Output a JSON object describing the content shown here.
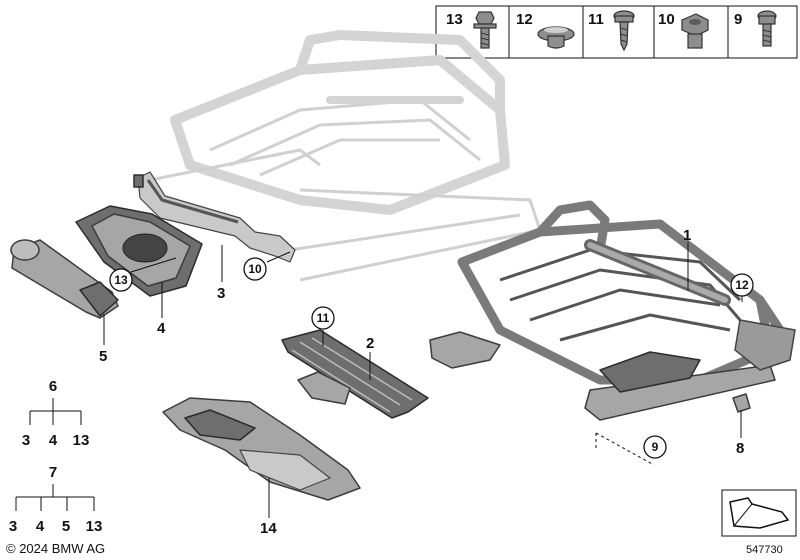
{
  "hardware_header": [
    {
      "number": "13",
      "icon": "hex-flange-bolt-icon"
    },
    {
      "number": "12",
      "icon": "plastic-plug-icon"
    },
    {
      "number": "11",
      "icon": "torx-screw-icon"
    },
    {
      "number": "10",
      "icon": "hex-nut-icon"
    },
    {
      "number": "9",
      "icon": "torx-bolt-icon"
    }
  ],
  "part_labels": {
    "p1": "1",
    "p2": "2",
    "p3": "3",
    "p4": "4",
    "p5": "5",
    "p8": "8",
    "p14": "14"
  },
  "circled_labels": {
    "c9": "9",
    "c10": "10",
    "c11": "11",
    "c12": "12",
    "c13": "13"
  },
  "set_trees": [
    {
      "parent": "6",
      "children": [
        "3",
        "4",
        "13"
      ]
    },
    {
      "parent": "7",
      "children": [
        "3",
        "4",
        "5",
        "13"
      ]
    }
  ],
  "copyright": "© 2024 BMW AG",
  "diagram_number": "547730"
}
